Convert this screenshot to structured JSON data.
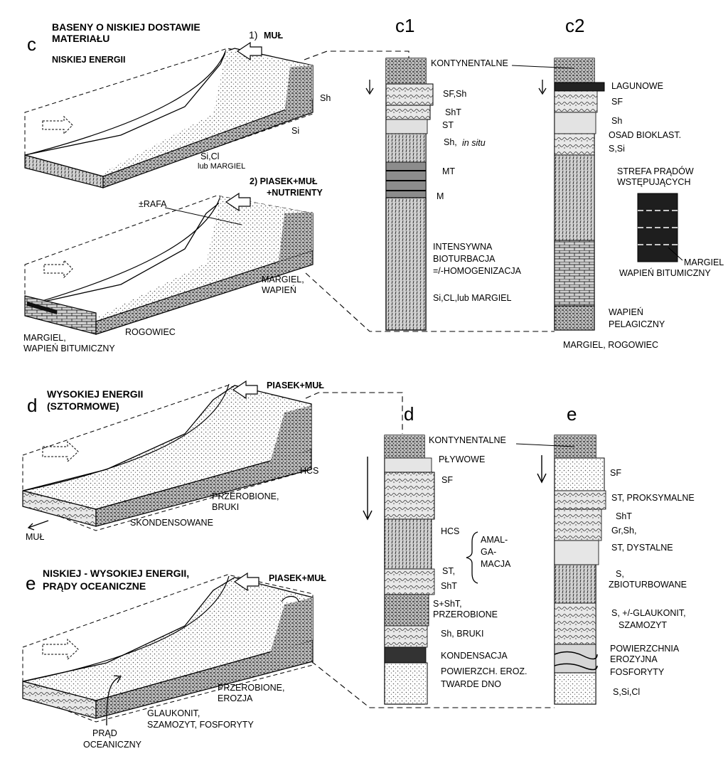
{
  "colors": {
    "ink": "#000000",
    "paper": "#ffffff",
    "stipple": "#8a8a8a",
    "dark_bed": "#1a1a1a"
  },
  "panel_c": {
    "letter": "c",
    "title_line1": "BASENY O NISKIEJ DOSTAWIE",
    "title_line2": "MATERIAŁU",
    "subtitle": "NISKIEJ ENERGII",
    "block1": {
      "input_num": "1)",
      "input": "MUŁ",
      "sh": "Sh",
      "si": "Si",
      "bottom_l1": "Si,Cl",
      "bottom_l2": "lub MARGIEL"
    },
    "block2": {
      "input_l1": "2) PIASEK+MUŁ",
      "input_l2": "+NUTRIENTY",
      "rafa": "±RAFA",
      "margiel_l1": "MARGIEL,",
      "margiel_l2": "WAPIEŃ",
      "left_l1": "MARGIEL,",
      "left_l2": "WAPIEŃ BITUMICZNY",
      "rogowiec": "ROGOWIEC"
    }
  },
  "col_c1": {
    "title": "c1",
    "labels": [
      "KONTYNENTALNE",
      "SF,Sh",
      "ShT",
      "ST",
      "Sh,",
      "MT",
      "M",
      "INTENSYWNA",
      "BIOTURBACJA",
      "=/-HOMOGENIZACJA",
      "Si,CL,lub MARGIEL"
    ],
    "in_situ": "in situ"
  },
  "col_c2": {
    "title": "c2",
    "labels": [
      "LAGUNOWE",
      "SF",
      "Sh",
      "OSAD BIOKLAST.",
      "S,Si",
      "WAPIEŃ",
      "PELAGICZNY",
      "MARGIEL, ROGOWIEC"
    ],
    "inset_title_l1": "STREFA PRĄDÓW",
    "inset_title_l2": "WSTĘPUJĄCYCH",
    "inset_l1": "MARGIEL",
    "inset_l2": "WAPIEŃ BITUMICZNY"
  },
  "panel_d": {
    "letter": "d",
    "title_l1": "WYSOKIEJ ENERGII",
    "title_l2": "(SZTORMOWE)",
    "input": "PIASEK+MUŁ",
    "hcs": "HCS",
    "przerobione_l1": "PRZEROBIONE,",
    "przerobione_l2": "BRUKI",
    "skondensowane": "SKONDENSOWANE",
    "mul": "MUŁ"
  },
  "panel_e": {
    "letter": "e",
    "title_l1": "NISKIEJ - WYSOKIEJ ENERGII,",
    "title_l2": "PRĄDY OCEANICZNE",
    "input": "PIASEK+MUŁ",
    "przerobione_l1": "PRZEROBIONE,",
    "przerobione_l2": "EROZJA",
    "glaukonit_l1": "GLAUKONIT,",
    "glaukonit_l2": "SZAMOZYT, FOSFORYTY",
    "prad_l1": "PRĄD",
    "prad_l2": "OCEANICZNY"
  },
  "col_d": {
    "title": "d",
    "labels": [
      "KONTYNENTALNE",
      "PŁYWOWE",
      "SF",
      "HCS",
      "ST,",
      "ShT",
      "S+ShT,",
      "PRZEROBIONE",
      "Sh, BRUKI",
      "KONDENSACJA",
      "POWIERZCH. EROZ.",
      "TWARDE DNO"
    ],
    "amal": [
      "AMAL-",
      "GA-",
      "MACJA"
    ]
  },
  "col_e": {
    "title": "e",
    "labels": [
      "SF",
      "ST, PROKSYMALNE",
      "ShT",
      "Gr,Sh,",
      "ST, DYSTALNE",
      "S,",
      "ZBIOTURBOWANE",
      "S, +/-GLAUKONIT,",
      "SZAMOZYT",
      "POWIERZCHNIA",
      "EROZYJNA",
      "FOSFORYTY",
      "S,Si,Cl"
    ]
  }
}
